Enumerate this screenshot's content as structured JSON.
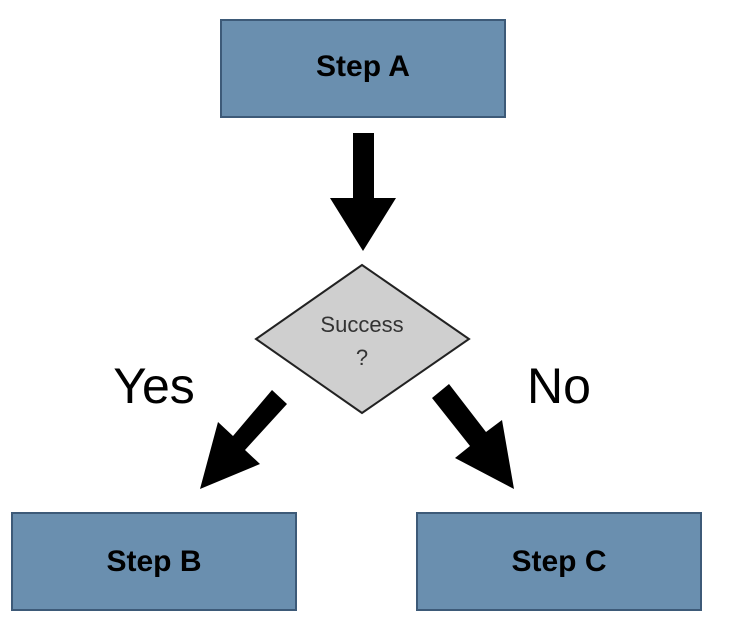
{
  "diagram": {
    "nodes": {
      "step_a": {
        "label": "Step A"
      },
      "decision": {
        "line1": "Success",
        "line2": "?"
      },
      "step_b": {
        "label": "Step B"
      },
      "step_c": {
        "label": "Step C"
      }
    },
    "branches": {
      "yes": "Yes",
      "no": "No"
    },
    "colors": {
      "box_fill": "#6a8faf",
      "box_stroke": "#3d5a78",
      "decision_fill": "#cfcfcf",
      "decision_stroke": "#222222",
      "arrow": "#000000"
    }
  }
}
